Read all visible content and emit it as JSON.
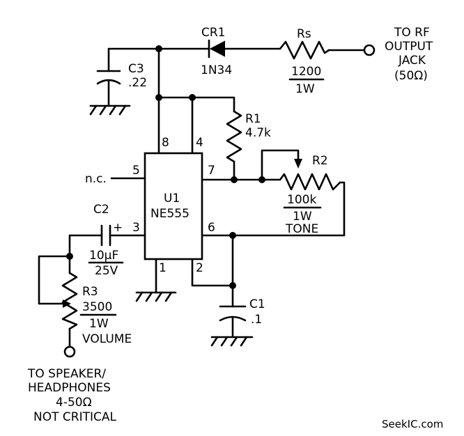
{
  "components": {
    "cr1": {
      "ref": "CR1",
      "part": "1N34"
    },
    "rs": {
      "ref": "Rs",
      "value": "1200",
      "power": "1W"
    },
    "c3": {
      "ref": "C3",
      "value": ".22"
    },
    "r1": {
      "ref": "R1",
      "value": "4.7k"
    },
    "r2": {
      "ref": "R2",
      "value": "100k",
      "power": "1W",
      "function": "TONE"
    },
    "u1": {
      "ref": "U1",
      "part": "NE555"
    },
    "c2": {
      "ref": "C2",
      "value": "10µF",
      "voltage": "25V",
      "polarity": "+"
    },
    "r3": {
      "ref": "R3",
      "value": "3500",
      "power": "1W",
      "function": "VOLUME"
    },
    "c1": {
      "ref": "C1",
      "value": ".1"
    }
  },
  "pins": {
    "p8": "8",
    "p4": "4",
    "p5": "5",
    "p7": "7",
    "p3": "3",
    "p6": "6",
    "p1": "1",
    "p2": "2"
  },
  "nc_label": "n.c.",
  "rf_output": {
    "line1": "TO RF",
    "line2": "OUTPUT",
    "line3": "JACK",
    "line4": "(50Ω)"
  },
  "speaker": {
    "line1": "TO SPEAKER/",
    "line2": "HEADPHONES",
    "line3": "4-50Ω",
    "line4": "NOT CRITICAL"
  },
  "watermark": "SeekIC.com"
}
